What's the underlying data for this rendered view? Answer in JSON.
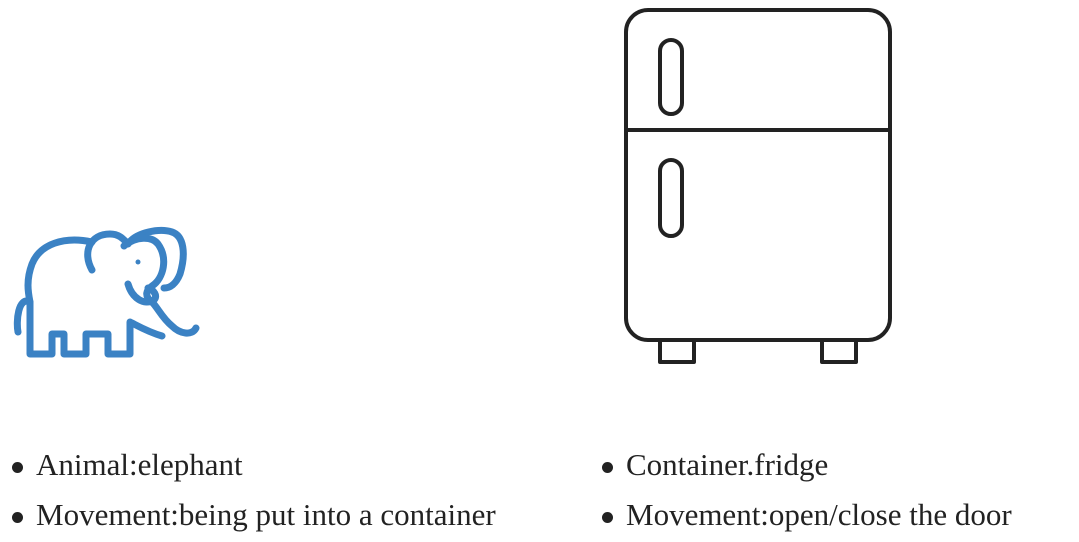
{
  "colors": {
    "elephant_stroke": "#3b82c4",
    "fridge_stroke": "#222222",
    "text": "#222222"
  },
  "icons": {
    "elephant": "elephant-icon",
    "fridge": "fridge-icon"
  },
  "elephant_list": [
    "Animal:elephant",
    "Movement:being put into a container"
  ],
  "fridge_list": [
    "Container.fridge",
    "Movement:open/close the door"
  ]
}
